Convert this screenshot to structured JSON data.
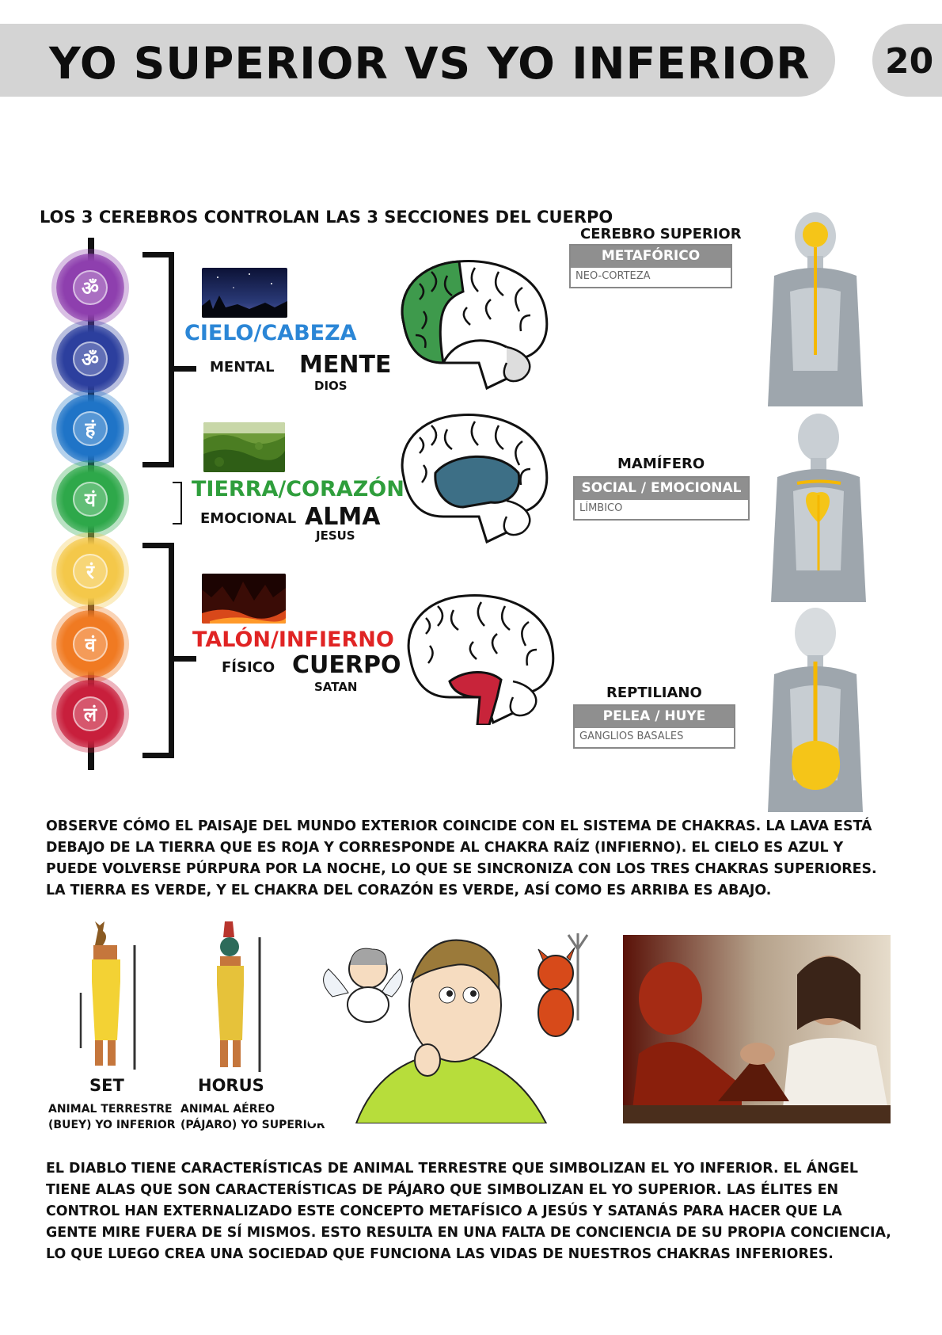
{
  "header": {
    "title": "YO SUPERIOR VS YO INFERIOR",
    "page_number": "20"
  },
  "subtitle": "LOS 3 CEREBROS CONTROLAN LAS 3 SECCIONES DEL CUERPO",
  "chakras": [
    {
      "name": "crown",
      "color": "#8e3fae",
      "symbol": "ॐ"
    },
    {
      "name": "third-eye",
      "color": "#2c3f9e",
      "symbol": "ॐ"
    },
    {
      "name": "throat",
      "color": "#1f74c7",
      "symbol": "हं"
    },
    {
      "name": "heart",
      "color": "#2ea84a",
      "symbol": "यं"
    },
    {
      "name": "solar-plexus",
      "color": "#f4c84a",
      "symbol": "रं"
    },
    {
      "name": "sacral",
      "color": "#f07a22",
      "symbol": "वं"
    },
    {
      "name": "root",
      "color": "#c81f3c",
      "symbol": "लं"
    }
  ],
  "sections": {
    "heaven": {
      "label": "CIELO/CABEZA",
      "color": "#2b86d6",
      "left": "MENTAL",
      "right": "MENTE",
      "sub": "DIOS"
    },
    "earth": {
      "label": "TIERRA/CORAZÓN",
      "color": "#2f9e3c",
      "left": "EMOCIONAL",
      "right": "ALMA",
      "sub": "JESUS"
    },
    "hell": {
      "label": "TALÓN/INFIERNO",
      "color": "#e02424",
      "left": "FÍSICO",
      "right": "CUERPO",
      "sub": "SATAN"
    }
  },
  "brains": {
    "upper": {
      "title": "CEREBRO SUPERIOR",
      "box_top": "METAFÓRICO",
      "box_bottom": "NEO-CORTEZA"
    },
    "mammal": {
      "title": "MAMÍFERO",
      "box_top": "SOCIAL / EMOCIONAL",
      "box_bottom": "LÍMBICO"
    },
    "reptile": {
      "title": "REPTILIANO",
      "box_top": "PELEA / HUYE",
      "box_bottom": "GANGLIOS BASALES"
    }
  },
  "paragraph1": "OBSERVE CÓMO EL PAISAJE DEL MUNDO EXTERIOR COINCIDE CON EL SISTEMA DE CHAKRAS. LA LAVA ESTÁ DEBAJO DE LA TIERRA QUE ES ROJA Y CORRESPONDE AL CHAKRA RAÍZ (INFIERNO). EL CIELO ES AZUL Y PUEDE VOLVERSE PÚRPURA POR LA NOCHE, LO QUE SE SINCRONIZA CON LOS TRES CHAKRAS SUPERIORES. LA TIERRA ES VERDE, Y EL CHAKRA DEL CORAZÓN ES VERDE, ASÍ COMO ES ARRIBA ES ABAJO.",
  "gods": {
    "set": {
      "name": "SET",
      "line1": "ANIMAL TERRESTRE",
      "line2": "(BUEY) YO INFERIOR"
    },
    "horus": {
      "name": "HORUS",
      "line1": "ANIMAL AÉREO",
      "line2": "(PÁJARO) YO SUPERIOR"
    }
  },
  "paragraph2": "EL DIABLO TIENE CARACTERÍSTICAS DE ANIMAL TERRESTRE QUE SIMBOLIZAN EL YO INFERIOR. EL ÁNGEL TIENE ALAS QUE SON CARACTERÍSTICAS DE PÁJARO QUE SIMBOLIZAN EL YO SUPERIOR. LAS ÉLITES EN CONTROL HAN EXTERNALIZADO ESTE CONCEPTO METAFÍSICO A JESÚS Y SATANÁS PARA HACER QUE LA GENTE MIRE FUERA DE SÍ MISMOS. ESTO RESULTA EN UNA FALTA DE CONCIENCIA DE SU PROPIA CONCIENCIA, LO QUE LUEGO CREA UNA SOCIEDAD QUE FUNCIONA LAS VIDAS DE NUESTROS CHAKRAS INFERIORES."
}
